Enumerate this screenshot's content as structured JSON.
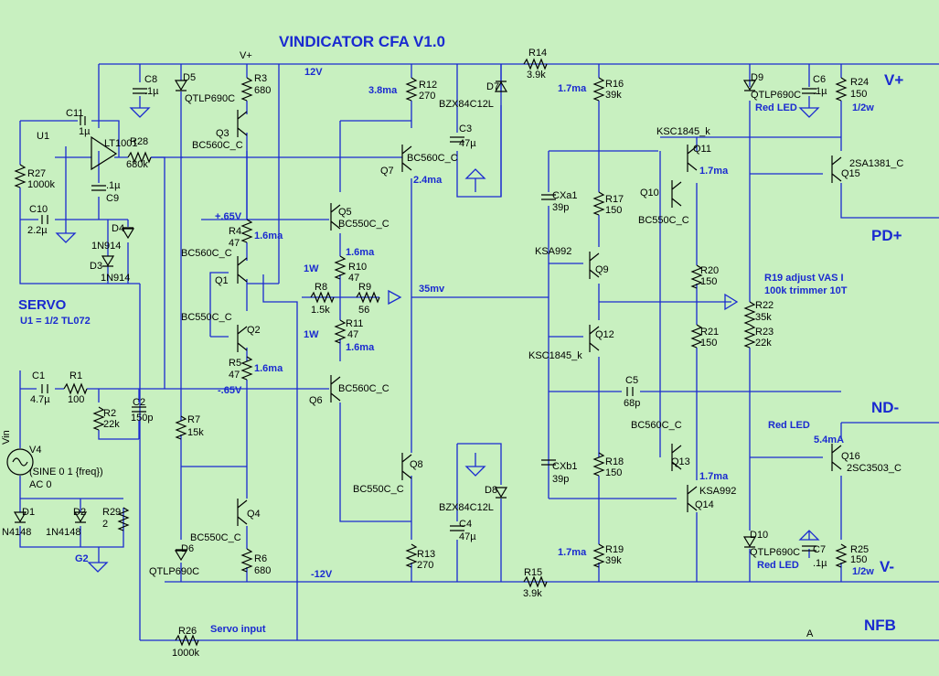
{
  "title": "VINDICATOR CFA V1.0",
  "rails": {
    "pos_label": "V+",
    "pos_voltage": "12V",
    "neg_voltage": "-12V",
    "v_plus_right": "V+",
    "v_minus_right": "V-",
    "pd_plus": "PD+",
    "nd_minus": "ND-",
    "nfb": "NFB",
    "node_a": "A"
  },
  "servo": {
    "title": "SERVO",
    "note": "U1 = 1/2 TL072",
    "input_label": "Servo input"
  },
  "source": {
    "vin": "Vin",
    "name": "V4",
    "line1": "(SINE 0 1 {freq})",
    "line2": "AC 0",
    "ground": "G2"
  },
  "annotations": {
    "i38": "3.8ma",
    "i24": "2.4ma",
    "i16a": "1.6ma",
    "i16b": "1.6ma",
    "i16c": "1.6ma",
    "i16d": "1.6ma",
    "v65p": "+.65V",
    "v65n": "-.65V",
    "w1a": "1W",
    "w1b": "1W",
    "mv35": "35mv",
    "i17a": "1.7ma",
    "i17b": "1.7ma",
    "i17c": "1.7ma",
    "i17d": "1.7ma",
    "r19note1": "R19 adjust VAS I",
    "r19note2": "100k trimmer 10T",
    "redled1": "Red LED",
    "redled2": "Red LED",
    "redled3": "Red LED",
    "i54": "5.4mA",
    "w12a": "1/2w",
    "w12b": "1/2w"
  },
  "components": {
    "C8": [
      "C8",
      ".1µ"
    ],
    "D5": [
      "D5",
      "QTLP690C"
    ],
    "R3": [
      "R3",
      "680"
    ],
    "Q3": [
      "Q3",
      "BC560C_C"
    ],
    "C11": [
      "C11",
      "1µ"
    ],
    "U1": [
      "U1",
      "LT1001"
    ],
    "R28": [
      "R28",
      "680k"
    ],
    "R27": [
      "R27",
      "1000k"
    ],
    "C9": [
      "C9",
      ".1µ"
    ],
    "C10": [
      "C10",
      "2.2µ"
    ],
    "D4": [
      "D4",
      "1N914"
    ],
    "D3": [
      "D3",
      "1N914"
    ],
    "R4": [
      "R4",
      "47"
    ],
    "Q1": [
      "Q1",
      "BC560C_C"
    ],
    "Q2": [
      "Q2",
      "BC550C_C"
    ],
    "R5": [
      "R5",
      "47"
    ],
    "C1": [
      "C1",
      "4.7µ"
    ],
    "R1": [
      "R1",
      "100"
    ],
    "R2": [
      "R2",
      "22k"
    ],
    "C2": [
      "C2",
      "150p"
    ],
    "R7": [
      "R7",
      "15k"
    ],
    "D1": [
      "D1",
      "N4148"
    ],
    "D2": [
      "D2",
      "1N4148"
    ],
    "R29": [
      "R29",
      "2"
    ],
    "Q4": [
      "Q4",
      "BC550C_C"
    ],
    "D6": [
      "D6",
      "QTLP690C"
    ],
    "R6": [
      "R6",
      "680"
    ],
    "R26": [
      "R26",
      "1000k"
    ],
    "Q5": [
      "Q5",
      "BC550C_C"
    ],
    "R10": [
      "R10",
      "47"
    ],
    "R8": [
      "R8",
      "1.5k"
    ],
    "R9": [
      "R9",
      "56"
    ],
    "R11": [
      "R11",
      "47"
    ],
    "Q6": [
      "Q6",
      "BC560C_C"
    ],
    "R12": [
      "R12",
      "270"
    ],
    "Q7": [
      "Q7",
      "BC560C_C"
    ],
    "D7": [
      "D7",
      "BZX84C12L"
    ],
    "C3": [
      "C3",
      "47µ"
    ],
    "Q8": [
      "Q8",
      "BC550C_C"
    ],
    "D8": [
      "D8",
      "BZX84C12L"
    ],
    "C4": [
      "C4",
      "47µ"
    ],
    "R13": [
      "R13",
      "270"
    ],
    "R14": [
      "R14",
      "3.9k"
    ],
    "R15": [
      "R15",
      "3.9k"
    ],
    "R16": [
      "R16",
      "39k"
    ],
    "R17": [
      "R17",
      "150"
    ],
    "CXa1": [
      "CXa1",
      "39p"
    ],
    "Q9": [
      "Q9",
      "KSA992"
    ],
    "Q12": [
      "Q12",
      "KSC1845_k"
    ],
    "C5": [
      "C5",
      "68p"
    ],
    "CXb1": [
      "CXb1",
      "39p"
    ],
    "R18": [
      "R18",
      "150"
    ],
    "R19": [
      "R19",
      "39k"
    ],
    "Q11": [
      "Q11",
      "KSC1845_k"
    ],
    "Q10": [
      "Q10",
      "BC550C_C"
    ],
    "R20": [
      "R20",
      "150"
    ],
    "R21": [
      "R21",
      "150"
    ],
    "Q13": [
      "Q13",
      "BC560C_C"
    ],
    "Q14": [
      "Q14",
      "KSA992"
    ],
    "D9": [
      "D9",
      "QTLP690C"
    ],
    "C6": [
      "C6",
      ".1µ"
    ],
    "R24": [
      "R24",
      "150"
    ],
    "Q15": [
      "Q15",
      "2SA1381_C"
    ],
    "R22": [
      "R22",
      "35k"
    ],
    "R23": [
      "R23",
      "22k"
    ],
    "Q16": [
      "Q16",
      "2SC3503_C"
    ],
    "D10": [
      "D10",
      "QTLP690C"
    ],
    "C7": [
      "C7",
      ".1µ"
    ],
    "R25": [
      "R25",
      "150"
    ]
  }
}
